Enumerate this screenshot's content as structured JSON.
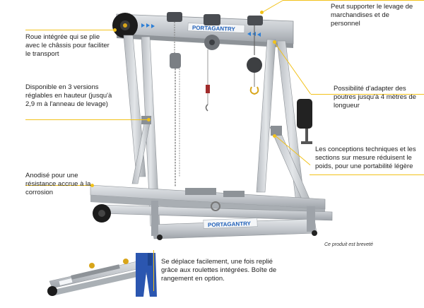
{
  "callouts": {
    "wheel": "Roue intégrée qui se plie avec le châssis pour faciliter le transport",
    "support": "Peut supporter le levage de marchandises et de personnel",
    "versions": "Disponible en 3 versions réglables en hauteur (jusqu'à 2,9 m à l'anneau de levage)",
    "beams": "Possibilité d'adapter des poutres jusqu'à 4 mètres de longueur",
    "designs": "Les conceptions techniques et les sections sur mesure réduisent le poids, pour une portabilité légère",
    "anodized": "Anodisé pour une résistance accrue à la corrosion",
    "moves": "Se déplace facilement, une fois replié grâce aux roulettes intégrées. Boîte de rangement en option."
  },
  "brand": {
    "beam_logo": "PORTAGANTRY",
    "base_logo": "PORTAGANTRY",
    "accent_color": "#f2c21a",
    "aluminium_color": "#c9cdd2",
    "logo_color": "#1f5fb8"
  },
  "patent_note": "Ce produit est breveté"
}
